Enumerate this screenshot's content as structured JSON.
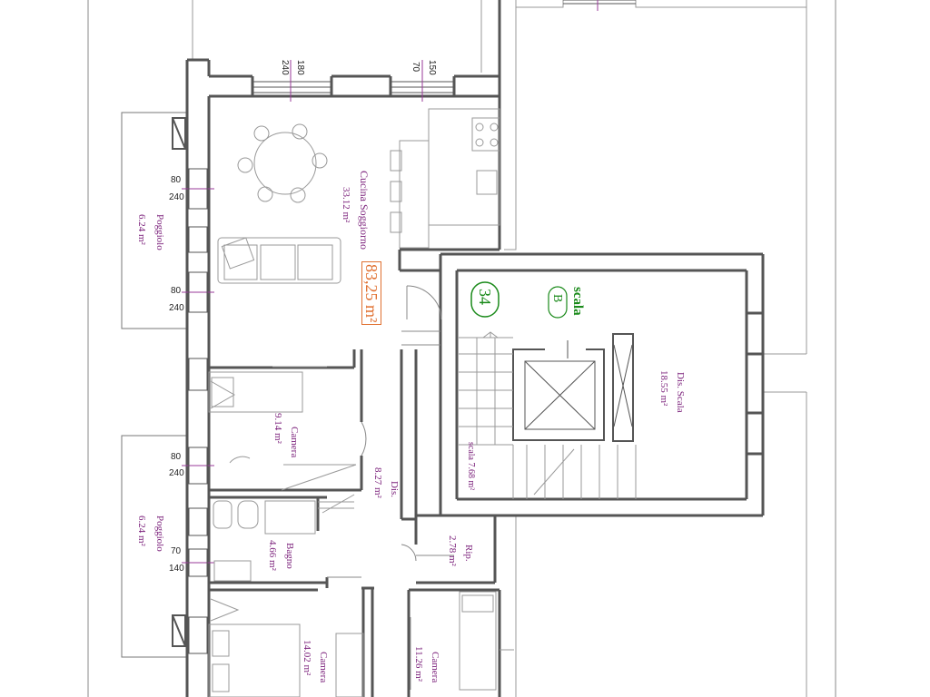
{
  "unit_number": "34",
  "stair_letter": "B",
  "stair_word": "scala",
  "total_area": "83,25 m²",
  "rooms": {
    "cucina": {
      "name": "Cucina Soggiorno",
      "area": "33.12 m²"
    },
    "poggiolo_top": {
      "name": "Poggiolo",
      "area": "6.24 m²"
    },
    "poggiolo_bottom": {
      "name": "Poggiolo",
      "area": "6.24 m²"
    },
    "camera_1": {
      "name": "Camera",
      "area": "9.14 m²"
    },
    "dis": {
      "name": "Dis.",
      "area": "8.27 m²"
    },
    "bagno": {
      "name": "Bagno",
      "area": "4.66 m²"
    },
    "rip": {
      "name": "Rip.",
      "area": "2.78 m²"
    },
    "camera_2": {
      "name": "Camera",
      "area": "14.02 m²"
    },
    "camera_3": {
      "name": "Camera",
      "area": "11.26 m²"
    },
    "dis_scala": {
      "name": "Dis. Scala",
      "area": "18.55 m²"
    },
    "scala": {
      "name": "scala",
      "area": "7.68 m²"
    }
  },
  "dimensions": {
    "win_top_left_h": "180",
    "win_top_left_w": "240",
    "win_top_right_h": "150",
    "win_top_right_w": "70",
    "win_left_1_h": "80",
    "win_left_1_w": "240",
    "win_left_2_h": "80",
    "win_left_2_w": "240",
    "win_left_3_h": "80",
    "win_left_3_w": "240",
    "win_left_4_h": "70",
    "win_left_4_w": "140"
  },
  "colors": {
    "wall": "#555555",
    "label": "#7a1f7a",
    "accent": "#e07030",
    "stair_badge": "#1a8a1a"
  }
}
